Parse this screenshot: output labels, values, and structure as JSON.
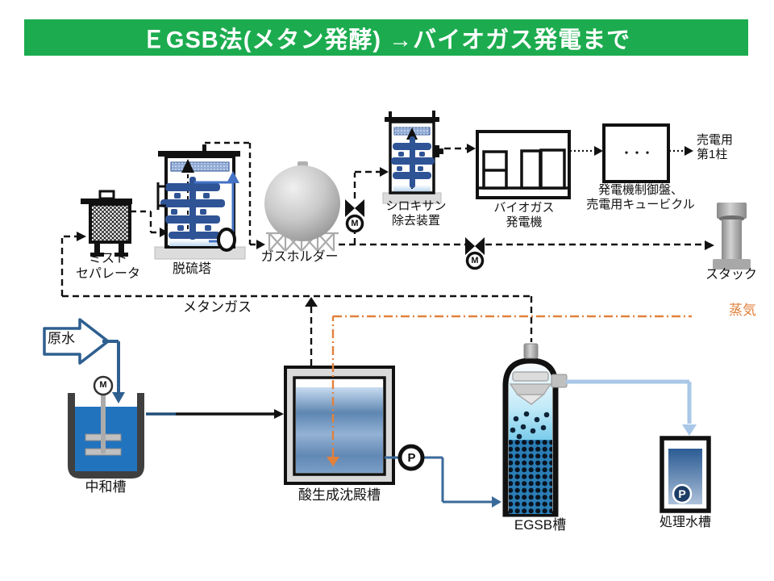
{
  "title": {
    "text": "ＥGSB法(メタン発酵) →バイオガス発電まで",
    "bg_color": "#1CAC4F",
    "text_color": "#FFFFFF"
  },
  "labels": {
    "mist_separator": "ミスト\nセパレータ",
    "desulfurization_tower": "脱硫塔",
    "gas_holder": "ガスホルダー",
    "siloxane_remover": "シロキサン\n除去装置",
    "biogas_generator": "バイオガス\n発電機",
    "control_panel": "発電機制御盤、\n売電用キュービクル",
    "power_pole": "売電用\n第1柱",
    "stack": "スタック",
    "methane_gas": "メタンガス",
    "steam": "蒸気",
    "raw_water": "原水",
    "neutralization_tank": "中和槽",
    "acid_sedimentation_tank": "酸生成沈殿槽",
    "egsb_tank": "EGSB槽",
    "treated_water_tank": "処理水槽"
  },
  "symbols": {
    "motor_label": "M",
    "pump_label": "P",
    "panel_dots": "・・・"
  },
  "colors": {
    "banner_green": "#1CAC4F",
    "steam_orange": "#E2813C",
    "tank_water_blue": "#2173BE",
    "pipe_steel_blue": "#2E5F8F",
    "sprayer_navy": "#2F5496",
    "recirculation_blue": "#4472C4",
    "effluent_light_blue": "#A9C7E7",
    "line_black": "#111111"
  }
}
